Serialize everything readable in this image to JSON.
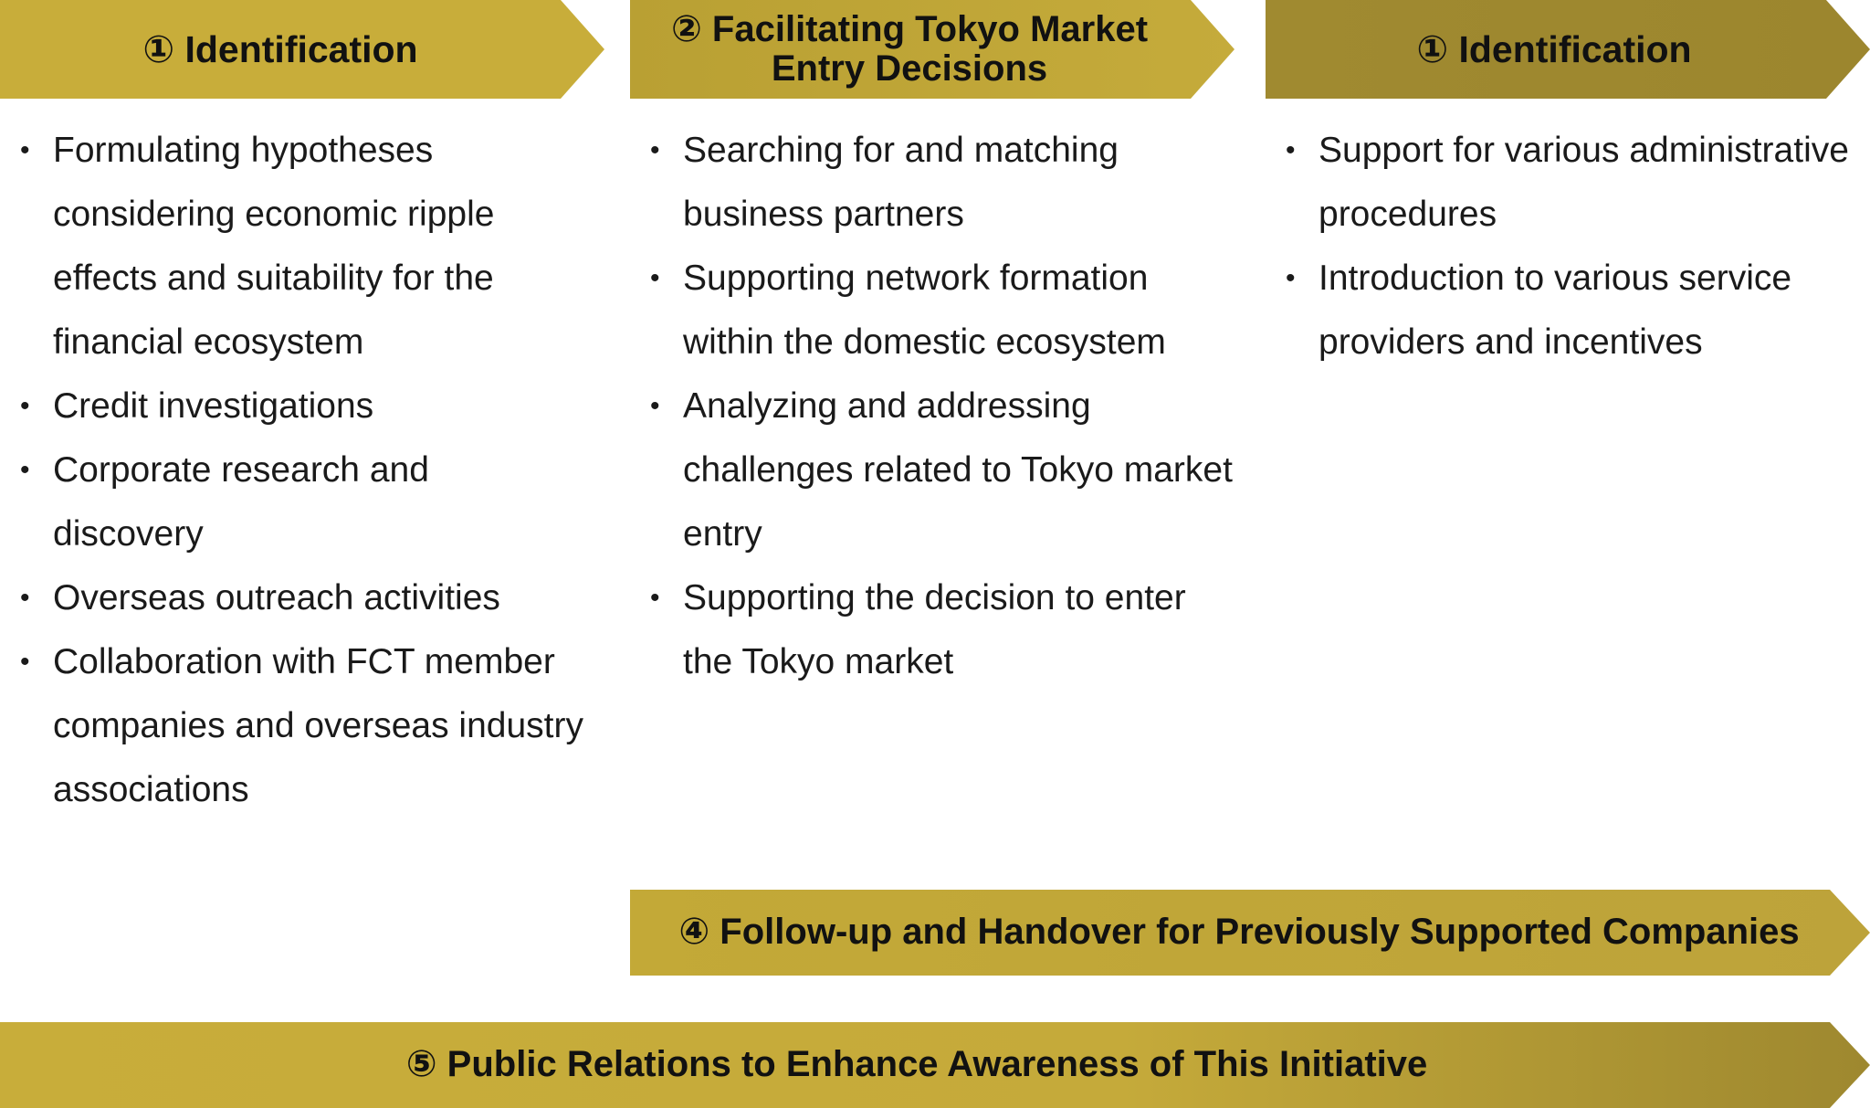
{
  "stages": {
    "stage1": {
      "title": "① Identification"
    },
    "stage2": {
      "title_line1": "② Facilitating Tokyo Market",
      "title_line2": "Entry Decisions"
    },
    "stage3": {
      "title": "① Identification"
    },
    "stage4": {
      "title": "④ Follow-up and Handover for Previously Supported Companies"
    },
    "stage5": {
      "title": "⑤ Public Relations to Enhance Awareness of This Initiative"
    }
  },
  "columns": {
    "col1": [
      "Formulating hypotheses considering economic ripple effects and suitability for the financial ecosystem",
      "Credit investigations",
      "Corporate research and discovery",
      "Overseas outreach activities",
      "Collaboration with FCT member companies and overseas industry associations"
    ],
    "col2": [
      "Searching for and matching business partners",
      "Supporting network formation within the domestic ecosystem",
      "Analyzing and addressing challenges related to Tokyo market entry",
      "Supporting the decision to enter the Tokyo market"
    ],
    "col3": [
      "Support for various administrative procedures",
      "Introduction to various service providers and incentives"
    ]
  },
  "colors": {
    "gold_light": "#c8ad3a",
    "gold_mid": "#bda33a",
    "gold_dark": "#9c862e"
  }
}
